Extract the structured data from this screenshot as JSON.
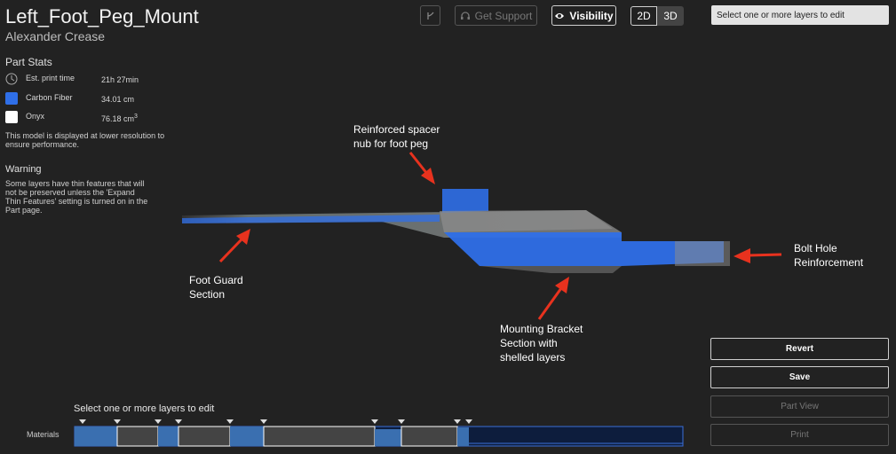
{
  "header": {
    "title": "Left_Foot_Peg_Mount",
    "author": "Alexander Crease",
    "support_label": "Get Support",
    "visibility_label": "Visibility",
    "view_2d": "2D",
    "view_3d": "3D",
    "layer_select_placeholder": "Select one or more layers to edit"
  },
  "stats": {
    "heading": "Part Stats",
    "print_time_label": "Est. print time",
    "print_time_value": "21h 27min",
    "carbon_label": "Carbon Fiber",
    "carbon_value": "34.01 cm",
    "onyx_label": "Onyx",
    "onyx_value": "76.18 cm",
    "onyx_unit_sup": "3",
    "perf_note": "This model is displayed at lower resolution to ensure performance.",
    "warning_heading": "Warning",
    "warning_text": "Some layers have thin features that will not be preserved unless the 'Expand Thin Features' setting is turned on in the Part page."
  },
  "callouts": {
    "spacer_1": "Reinforced spacer",
    "spacer_2": "nub for foot peg",
    "foot_1": "Foot Guard",
    "foot_2": "Section",
    "bracket_1": "Mounting Bracket",
    "bracket_2": "Section with",
    "bracket_3": "shelled layers",
    "bolt_1": "Bolt Hole",
    "bolt_2": "Reinforcement"
  },
  "actions": {
    "revert": "Revert",
    "save": "Save",
    "part_view": "Part View",
    "print": "Print"
  },
  "layers": {
    "hint": "Select one or more layers to edit",
    "materials_label": "Materials"
  },
  "colors": {
    "carbon_fiber": "#2f6fe8",
    "onyx": "#ffffff",
    "arrow": "#e8321e",
    "background": "#222222"
  }
}
